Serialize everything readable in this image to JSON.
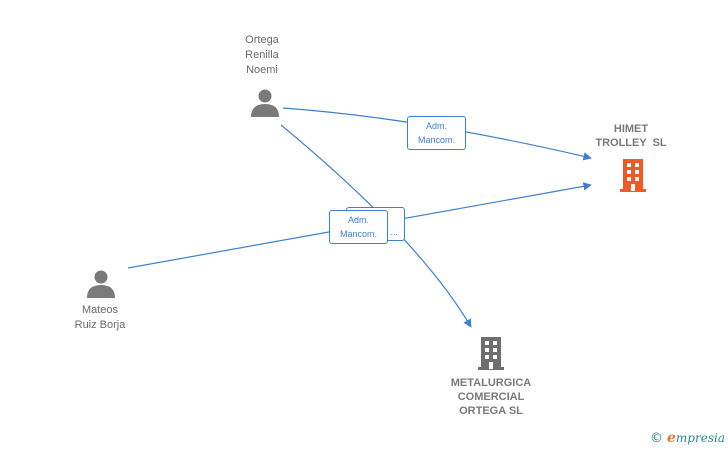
{
  "nodes": {
    "ortega": {
      "lines": [
        "Ortega",
        "Renilla",
        "Noemi"
      ],
      "icon": "person-icon"
    },
    "mateos": {
      "lines": [
        "Mateos",
        "Ruiz Borja"
      ],
      "icon": "person-icon"
    },
    "himet": {
      "lines": [
        "HIMET",
        "TROLLEY  SL"
      ],
      "icon": "building-icon",
      "color": "#f05a28"
    },
    "metalurgica": {
      "lines": [
        "METALURGICA",
        "COMERCIAL",
        "ORTEGA SL"
      ],
      "icon": "building-icon",
      "color": "#6e6e6e"
    }
  },
  "edges": {
    "ortega_himet": {
      "lines": [
        "Adm.",
        "Mancom."
      ]
    },
    "mateos_himet": {
      "lines": [
        "Adm.",
        "Mancom."
      ]
    },
    "ortega_metalurgica": {
      "ellipsis": "..."
    }
  },
  "footer": {
    "copyright": "©",
    "brand_initial": "e",
    "brand_rest": "mpresia"
  },
  "colors": {
    "edge": "#3f7fd0",
    "person": "#7a7a7a"
  }
}
